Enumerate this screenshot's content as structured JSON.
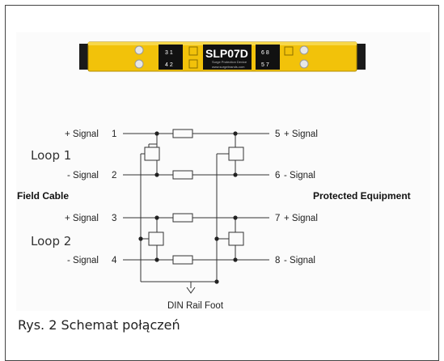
{
  "device": {
    "model": "SLP07D",
    "subtitle": "Surge Protection Device",
    "url": "www.surgebrands.com",
    "pins_left": [
      "3 1",
      "4 2"
    ],
    "pins_right": [
      "6 8",
      "5 7"
    ],
    "body_color": "#f2c20a"
  },
  "labels": {
    "left_group": "Field Cable",
    "right_group": "Protected Equipment",
    "loop1": "Loop 1",
    "loop2": "Loop 2",
    "ground": "DIN Rail Foot"
  },
  "signals_left": [
    {
      "text": "+ Signal",
      "pin": "1"
    },
    {
      "text": "- Signal",
      "pin": "2"
    },
    {
      "text": "+ Signal",
      "pin": "3"
    },
    {
      "text": "- Signal",
      "pin": "4"
    }
  ],
  "signals_right": [
    {
      "pin": "5",
      "text": "+ Signal"
    },
    {
      "pin": "6",
      "text": "- Signal"
    },
    {
      "pin": "7",
      "text": "+ Signal"
    },
    {
      "pin": "8",
      "text": "- Signal"
    }
  ],
  "caption": "Rys. 2 Schemat połączeń"
}
